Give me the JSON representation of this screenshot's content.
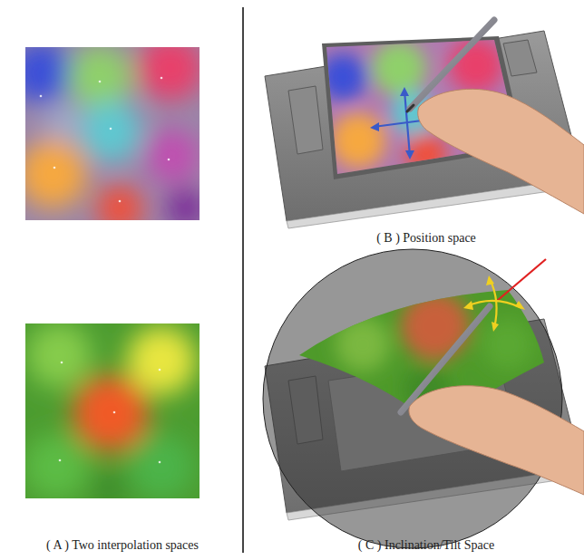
{
  "diagram": {
    "labels": [
      "( A ) Two interpolation spaces",
      "( B ) Position space",
      "( C ) Inclination/Tilt Space"
    ]
  }
}
